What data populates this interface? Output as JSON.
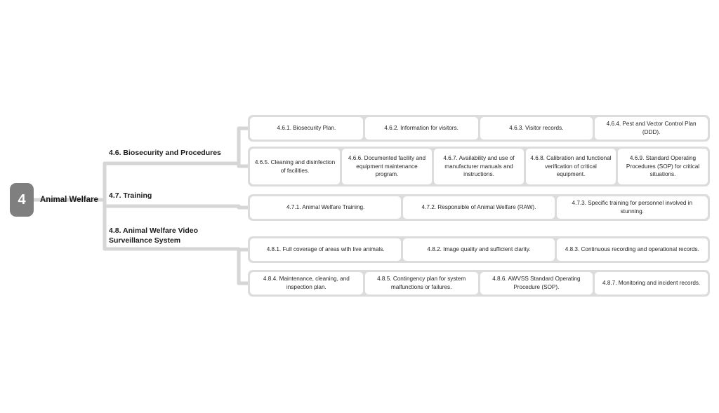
{
  "root": {
    "number": "4",
    "label": "Animal Welfare"
  },
  "colors": {
    "badge": "#7f7f7f",
    "group_frame": "#dcdcdc",
    "box_fill": "#ffffff",
    "connector": "#d6d6d6",
    "text": "#262626",
    "background": "#ffffff"
  },
  "branches": [
    {
      "id": "4.6",
      "label": "4.6. Biosecurity and Procedures",
      "rows": [
        {
          "items": [
            "4.6.1. Biosecurity Plan.",
            "4.6.2. Information for visitors.",
            "4.6.3. Visitor records.",
            "4.6.4. Pest and Vector Control Plan (DDD)."
          ]
        },
        {
          "items": [
            "4.6.5. Cleaning and disinfection of facilities.",
            "4.6.6. Documented facility and equipment maintenance program.",
            "4.6.7. Availability and use of manufacturer manuals and instructions.",
            "4.6.8. Calibration and functional verification of critical equipment.",
            "4.6.9. Standard Operating Procedures (SOP) for critical situations."
          ]
        }
      ]
    },
    {
      "id": "4.7",
      "label": "4.7. Training",
      "rows": [
        {
          "items": [
            "4.7.1. Animal Welfare Training.",
            "4.7.2. Responsible of Animal Welfare (RAW).",
            "4.7.3. Specific training for personnel involved in stunning."
          ]
        }
      ]
    },
    {
      "id": "4.8",
      "label": "4.8. Animal Welfare Video Surveillance System",
      "rows": [
        {
          "items": [
            "4.8.1. Full coverage of areas with live animals.",
            "4.8.2. Image quality and sufficient clarity.",
            "4.8.3. Continuous recording and operational records."
          ]
        },
        {
          "items": [
            "4.8.4. Maintenance, cleaning, and inspection plan.",
            "4.8.5. Contingency plan for system malfunctions or failures.",
            "4.8.6. AWVSS Standard Operating Procedure (SOP).",
            "4.8.7. Monitoring and incident records."
          ]
        }
      ]
    }
  ]
}
